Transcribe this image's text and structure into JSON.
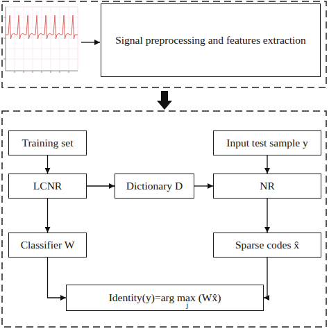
{
  "diagram": {
    "nodes": [
      {
        "text": [
          "Signal preprocessing and features extraction"
        ]
      },
      {
        "text": [
          "Training set"
        ]
      },
      {
        "text": [
          "Input test sample y"
        ]
      },
      {
        "text": [
          "LCNR"
        ]
      },
      {
        "text": [
          "Dictionary D"
        ]
      },
      {
        "text": [
          "NR"
        ]
      },
      {
        "text": [
          "Classifier W"
        ]
      },
      {
        "text": [
          "Sparse codes x̂"
        ]
      },
      {
        "text": [
          "Identity(y)=arg max  (Wx̂)"
        ]
      }
    ],
    "edges": [
      {
        "from": 1,
        "to": 3,
        "arrow": "to"
      },
      {
        "from": 3,
        "to": 4,
        "arrow": "to"
      },
      {
        "from": 4,
        "to": 5,
        "arrow": "to"
      },
      {
        "from": 2,
        "to": 5,
        "arrow": "to"
      },
      {
        "from": 3,
        "to": 6,
        "arrow": "to"
      },
      {
        "from": 5,
        "to": 7,
        "arrow": "to"
      },
      {
        "from": 6,
        "to": 8,
        "arrow": "to"
      },
      {
        "from": 7,
        "to": 8,
        "arrow": "to"
      }
    ],
    "labels": [
      "j"
    ]
  }
}
